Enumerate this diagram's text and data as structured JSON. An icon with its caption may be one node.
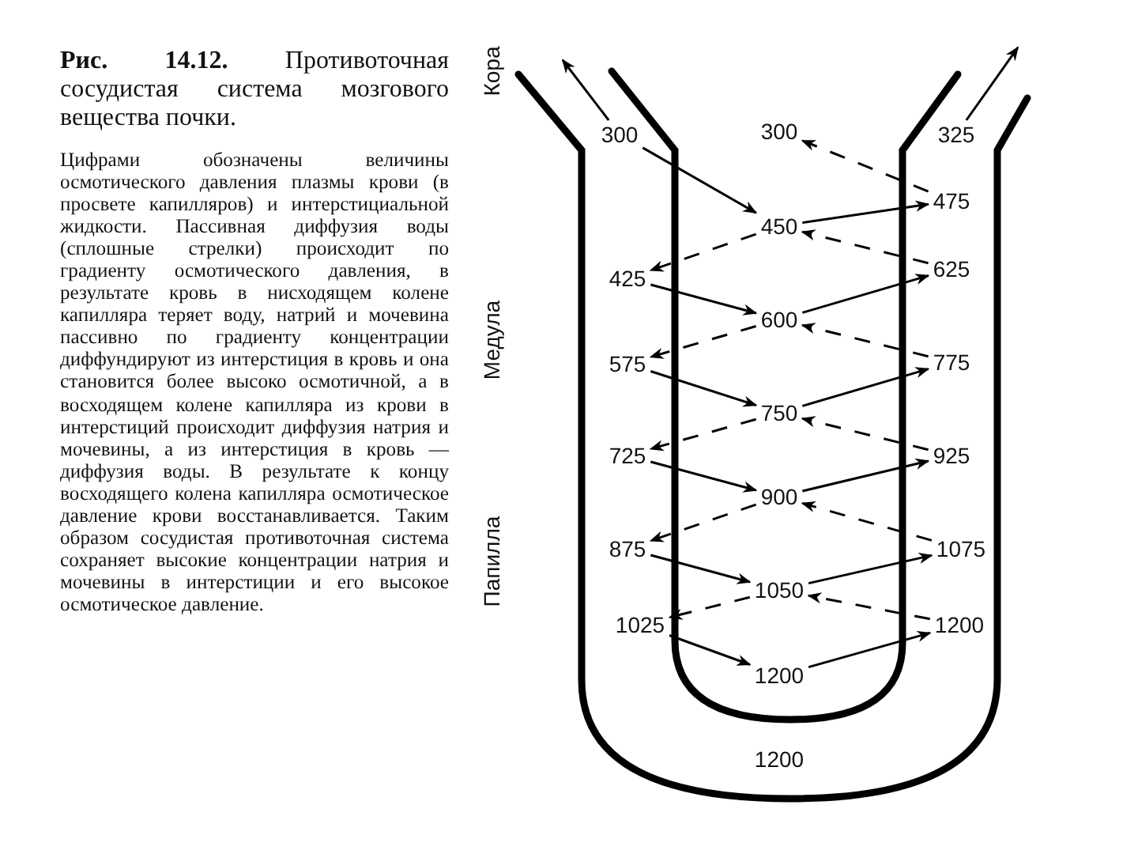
{
  "diagram": {
    "title": "**Рис. 14.12.** Противоточная сосудистая система мозгового вещества почки.",
    "caption": "Цифрами обозначены величины осмотического давления плазмы крови (в просвете капилляров) и интерстициальной жидкости. Пассивная диффузия воды (сплошные стрелки) происходит по градиенту осмотического давления, в результате кровь в нисходящем колене капилляра теряет воду, натрий и мочевина пассивно по градиенту концентрации диффундируют из интерстиция в кровь и она становится более высоко осмотичной, а в восходящем колене капилляра из крови в интерстиций происходит диффузия натрия и мочевины, а из интерстиция в кровь — диффузия воды. В результате к концу восходящего колена капилляра осмотическое давление крови восстанавливается. Таким образом сосудистая противоточная система сохраняет высокие концентрации натрия и мочевины в интерстиции и его высокое осмотическое давление.",
    "nodes": [
      {
        "text": [
          "300"
        ]
      },
      {
        "text": [
          "300"
        ]
      },
      {
        "text": [
          "325"
        ]
      },
      {
        "text": [
          "475"
        ]
      },
      {
        "text": [
          "450"
        ]
      },
      {
        "text": [
          "625"
        ]
      },
      {
        "text": [
          "425"
        ]
      },
      {
        "text": [
          "600"
        ]
      },
      {
        "text": [
          "775"
        ]
      },
      {
        "text": [
          "575"
        ]
      },
      {
        "text": [
          "750"
        ]
      },
      {
        "text": [
          "725"
        ]
      },
      {
        "text": [
          "925"
        ]
      },
      {
        "text": [
          "900"
        ]
      },
      {
        "text": [
          "875"
        ]
      },
      {
        "text": [
          "1075"
        ]
      },
      {
        "text": [
          "1050"
        ]
      },
      {
        "text": [
          "1025"
        ]
      },
      {
        "text": [
          "1200"
        ]
      },
      {
        "text": [
          "1200"
        ]
      },
      {
        "text": [
          "1200"
        ]
      }
    ],
    "edges": [
      {
        "from": 0,
        "to": null,
        "arrow": "to"
      },
      {
        "from": 2,
        "to": null,
        "arrow": "to"
      },
      {
        "from": 0,
        "to": 4,
        "arrow": "to"
      },
      {
        "from": 4,
        "to": 6,
        "arrow": "to",
        "style": "dashed"
      },
      {
        "from": 6,
        "to": 7,
        "arrow": "to"
      },
      {
        "from": 7,
        "to": 9,
        "arrow": "to",
        "style": "dashed"
      },
      {
        "from": 9,
        "to": 10,
        "arrow": "to"
      },
      {
        "from": 10,
        "to": 11,
        "arrow": "to",
        "style": "dashed"
      },
      {
        "from": 11,
        "to": 13,
        "arrow": "to"
      },
      {
        "from": 13,
        "to": 14,
        "arrow": "to",
        "style": "dashed"
      },
      {
        "from": 14,
        "to": 16,
        "arrow": "to"
      },
      {
        "from": 16,
        "to": 17,
        "arrow": "to",
        "style": "dashed"
      },
      {
        "from": 17,
        "to": 19,
        "arrow": "to"
      },
      {
        "from": 19,
        "to": 18,
        "arrow": "to"
      },
      {
        "from": 18,
        "to": 16,
        "arrow": "to",
        "style": "dashed"
      },
      {
        "from": 16,
        "to": 15,
        "arrow": "to"
      },
      {
        "from": 15,
        "to": 13,
        "arrow": "to",
        "style": "dashed"
      },
      {
        "from": 13,
        "to": 12,
        "arrow": "to"
      },
      {
        "from": 12,
        "to": 10,
        "arrow": "to",
        "style": "dashed"
      },
      {
        "from": 10,
        "to": 8,
        "arrow": "to"
      },
      {
        "from": 8,
        "to": 7,
        "arrow": "to",
        "style": "dashed"
      },
      {
        "from": 7,
        "to": 5,
        "arrow": "to"
      },
      {
        "from": 5,
        "to": 4,
        "arrow": "to",
        "style": "dashed"
      },
      {
        "from": 4,
        "to": 3,
        "arrow": "to"
      },
      {
        "from": 3,
        "to": 1,
        "arrow": "to",
        "style": "dashed"
      }
    ],
    "labels": [
      "Кора",
      "Медула",
      "Папилла"
    ]
  }
}
